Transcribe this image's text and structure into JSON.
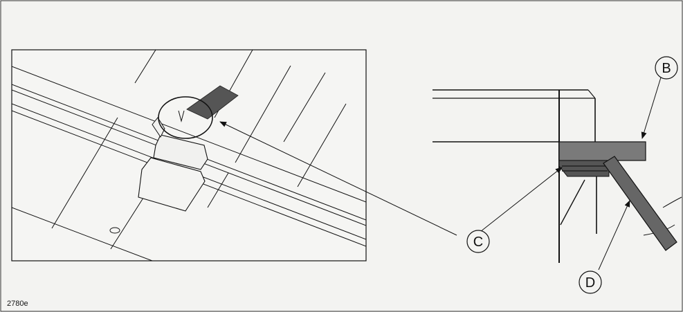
{
  "figure": {
    "id": "2780e",
    "callouts": {
      "b": "B",
      "c": "C",
      "d": "D"
    }
  },
  "colors": {
    "line": "#111111",
    "fill_dark": "#555555",
    "fill_medium": "#7a7a7a",
    "background": "#f3f3f1"
  },
  "icons": [
    "arrow-pointer"
  ]
}
